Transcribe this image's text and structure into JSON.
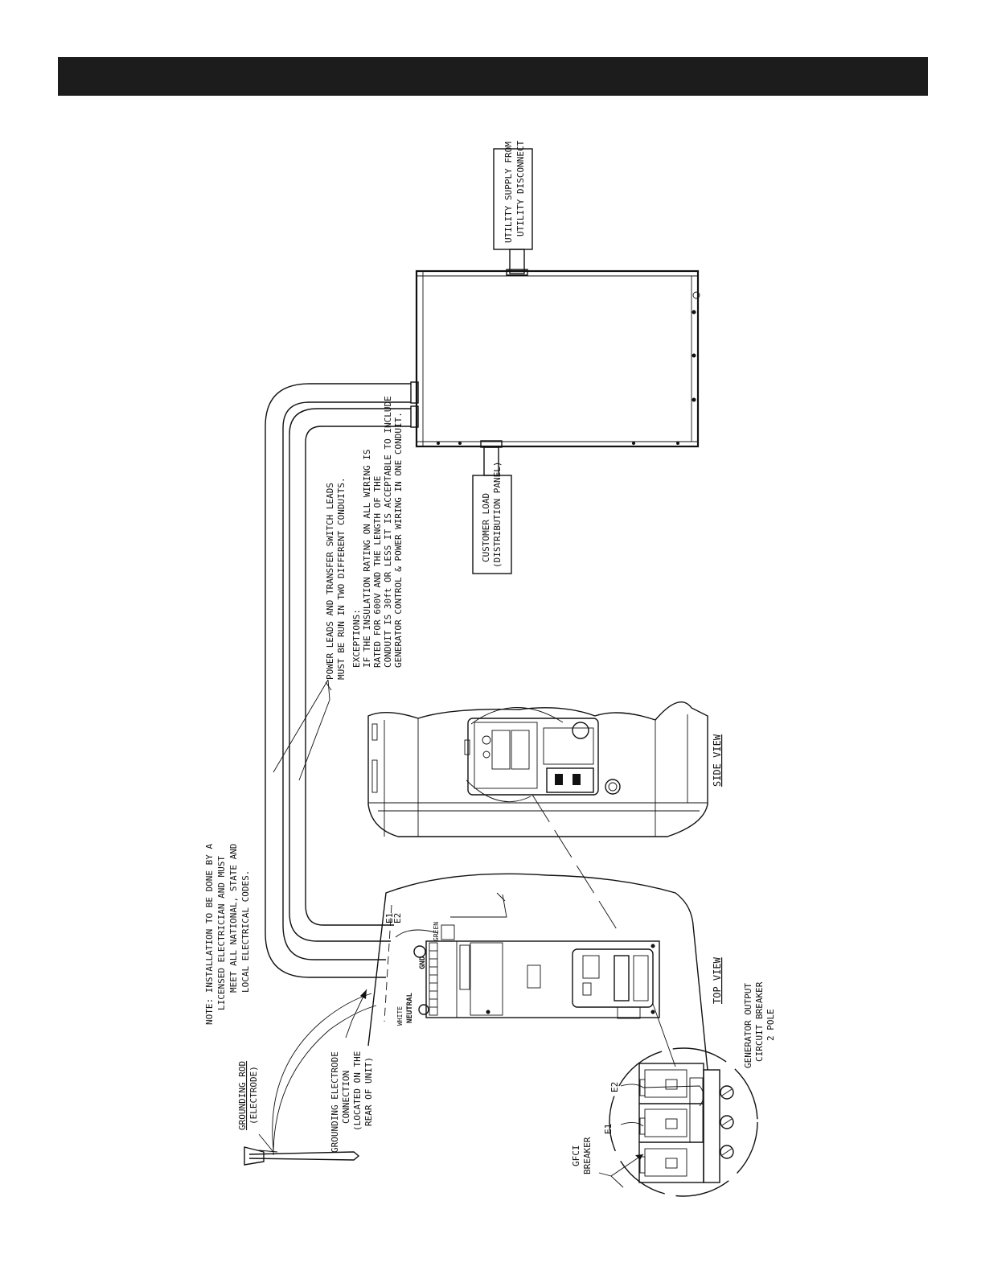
{
  "header": {
    "color": "#1c1c1c"
  },
  "labels": {
    "utility_line1": "UTILITY SUPPLY FROM",
    "utility_line2": "UTILITY DISCONNECT",
    "customer_line1": "CUSTOMER LOAD",
    "customer_line2": "(DISTRIBUTION PANEL)",
    "power_note_line1": "POWER LEADS AND TRANSFER SWITCH LEADS",
    "power_note_line2": "MUST BE RUN IN TWO DIFFERENT CONDUITS.",
    "exceptions_title": "EXCEPTIONS:",
    "exceptions_line1": "IF THE INSULATION RATING ON ALL WIRING IS",
    "exceptions_line2": "RATED FOR 600V AND THE LENGTH OF THE",
    "exceptions_line3": "CONDUIT IS 30ft OR LESS IT IS ACCEPTABLE TO INCLUDE",
    "exceptions_line4": "GENERATOR CONTROL & POWER WIRING IN ONE CONDUIT.",
    "install_note_line1": "NOTE: INSTALLATION TO BE DONE BY A",
    "install_note_line2": "LICENSED ELECTRICIAN AND MUST",
    "install_note_line3": "MEET ALL NATIONAL, STATE AND",
    "install_note_line4": "LOCAL ELECTRICAL CODES.",
    "side_view": "SIDE VIEW",
    "top_view": "TOP VIEW",
    "grounding_rod_line1": "GROUNDING ROD",
    "grounding_rod_line2": "(ELECTRODE)",
    "ground_conn_line1": "GROUNDING ELECTRODE",
    "ground_conn_line2": "CONNECTION",
    "ground_conn_line3": "(LOCATED ON THE",
    "ground_conn_line4": "REAR OF UNIT)",
    "gfci_line1": "GFCI",
    "gfci_line2": "BREAKER",
    "gen_breaker_line1": "GENERATOR OUTPUT",
    "gen_breaker_line2": "CIRCUIT BREAKER",
    "gen_breaker_line3": "2 POLE",
    "e1": "E1",
    "e2": "E2",
    "e1_top": "E1",
    "e2_top": "E2",
    "green": "GREEN",
    "gnd": "GND",
    "neutral": "NEUTRAL",
    "white": "WHITE"
  }
}
